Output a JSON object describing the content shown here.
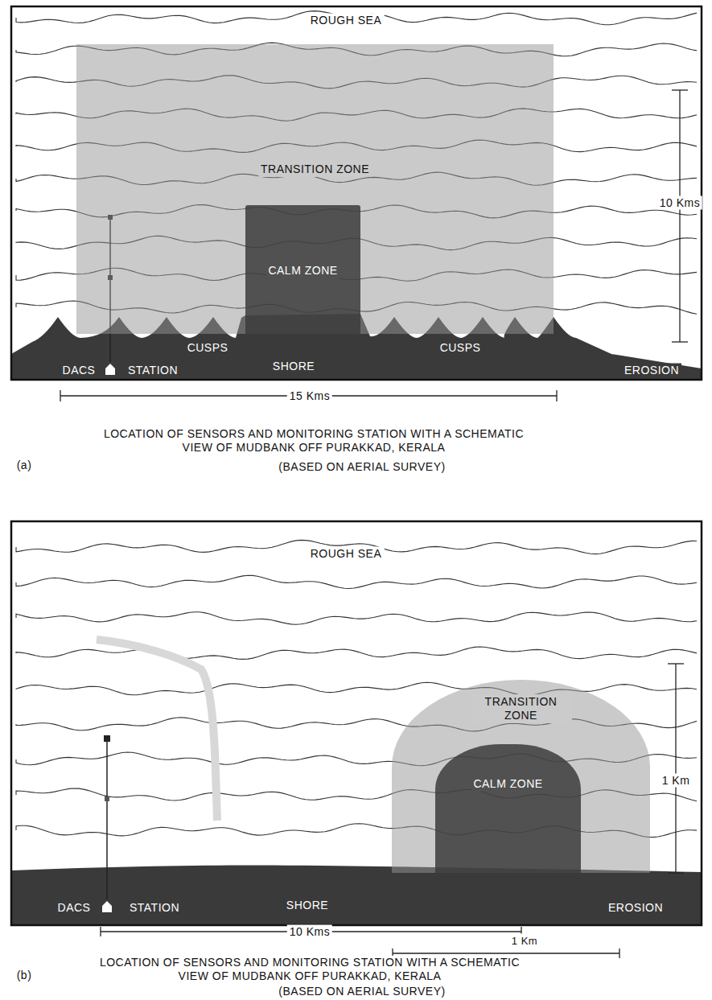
{
  "diagram": {
    "nodes": [
      {
        "text": [
          "TRANSITION ZONE"
        ]
      },
      {
        "text": [
          "CALM ZONE"
        ],
        "in": 0
      },
      {
        "text": [
          "TRANSITION ZONE"
        ]
      },
      {
        "text": [
          "CALM ZONE"
        ],
        "in": 2
      }
    ],
    "labels": [
      "ROUGH SEA",
      "10 Kms",
      "DACS",
      "STATION",
      "CUSPS",
      "SHORE",
      "CUSPS",
      "EROSION",
      "15 Kms",
      "LOCATION OF SENSORS AND MONITORING STATION WITH A SCHEMATIC VIEW OF MUDBANK OFF PURAKKAD, KERALA",
      "(a)",
      "(BASED ON AERIAL SURVEY)",
      "ROUGH SEA",
      "1 Km",
      "DACS",
      "STATION",
      "SHORE",
      "EROSION",
      "10 Kms",
      "1 Km",
      "LOCATION OF SENSORS AND MONITORING STATION WITH A SCHEMATIC VIEW OF MUDBANK OFF PURAKKAD, KERALA",
      "(b)",
      "(BASED ON AERIAL SURVEY)"
    ]
  }
}
